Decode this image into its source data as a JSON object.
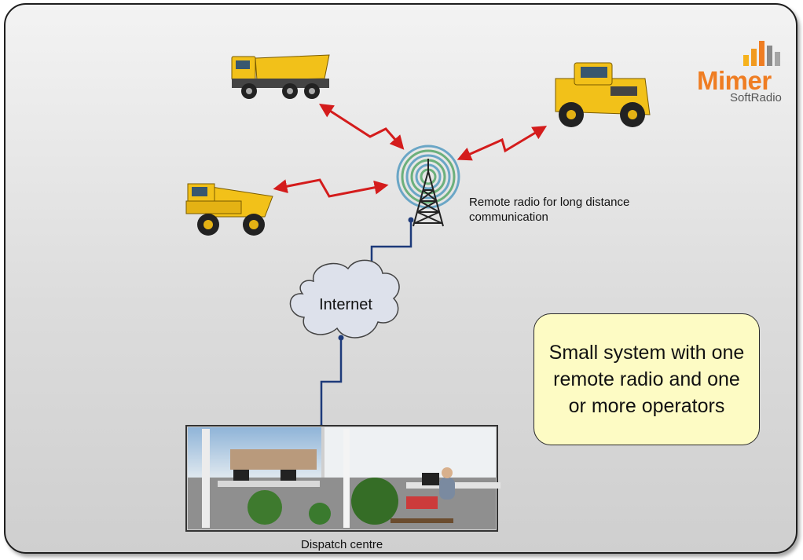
{
  "labels": {
    "radio": "Remote radio for long distance communication",
    "internet": "Internet",
    "dispatch": "Dispatch centre",
    "summary": "Small system with one remote radio and one or more operators"
  },
  "logo": {
    "word": "Mimer",
    "sub": "SoftRadio"
  },
  "colors": {
    "link": "#d41c1c",
    "wire": "#1d3a7a",
    "summary_fill": "#fdfbc4",
    "logo_orange": "#ef7d22",
    "ring_green": "#6cb07c",
    "ring_blue": "#6aa6c6"
  },
  "icons": [
    "dump-truck-icon",
    "mining-truck-icon",
    "articulated-hauler-icon",
    "radio-tower-icon",
    "cloud-icon",
    "dispatch-photo"
  ]
}
